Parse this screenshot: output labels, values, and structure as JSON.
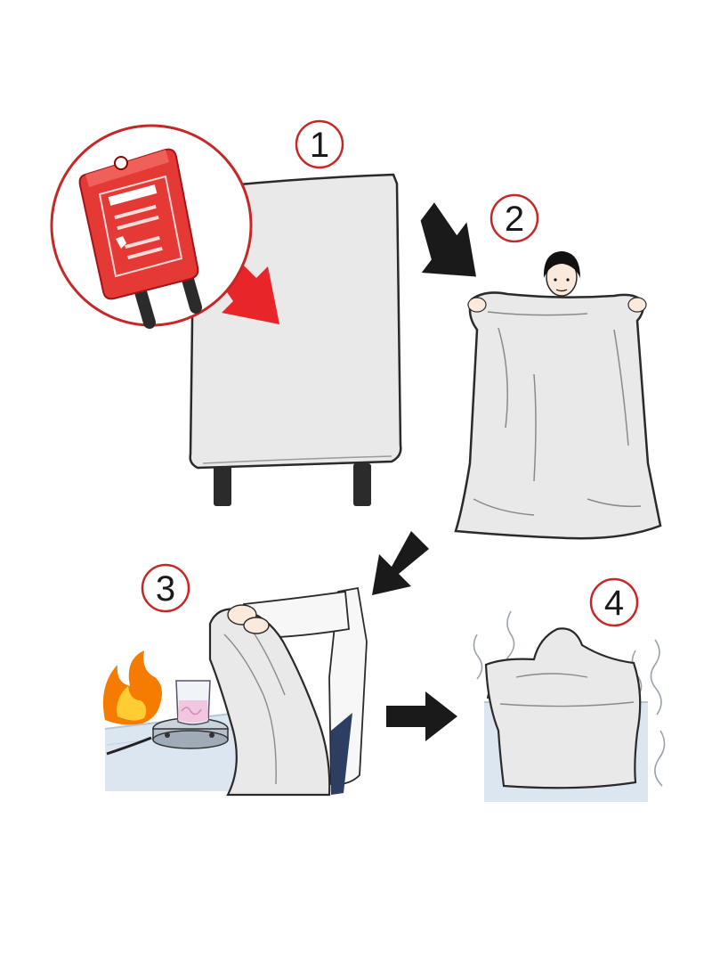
{
  "steps": [
    {
      "number": "1"
    },
    {
      "number": "2"
    },
    {
      "number": "3"
    },
    {
      "number": "4"
    }
  ],
  "colors": {
    "badge_ring": "#c62828",
    "package_red": "#e53935",
    "arrow_red": "#e8262a",
    "arrow_black": "#1a1a1a",
    "blanket_fill": "#e9e9e9",
    "blanket_stroke": "#2a2a2a",
    "handle": "#2b2b2b",
    "table_blue": "#dbe6f0",
    "fire_orange": "#f57c00",
    "fire_yellow": "#ffcc33",
    "smoke": "#9aa3ad"
  },
  "icons": [
    "fire-blanket-package",
    "fire-blanket",
    "person-holding-blanket",
    "arrow-icon",
    "fire-icon",
    "beaker-icon",
    "hot-plate-icon",
    "smoke-icon"
  ]
}
